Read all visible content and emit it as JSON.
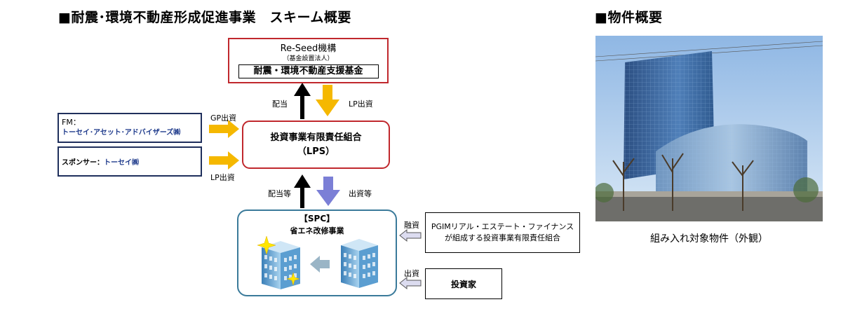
{
  "scheme": {
    "title": "■耐震･環境不動産形成促進事業　スキーム概要",
    "reseed": {
      "name": "Re-Seed機構",
      "sub": "（基金設置法人）",
      "fund": "耐震・環境不動産支援基金"
    },
    "flows": {
      "dividend": "配当",
      "lp_investment": "LP出資",
      "gp_investment": "GP出資",
      "lp_investment_2": "LP出資",
      "dividend_etc": "配当等",
      "investment_etc": "出資等",
      "financing": "融資",
      "investment": "出資"
    },
    "fm": {
      "label": "FM：",
      "company": "トーセイ･アセット･アドバイザーズ㈱"
    },
    "sponsor": {
      "label": "スポンサー：",
      "company": "トーセイ㈱"
    },
    "lps": {
      "line1": "投資事業有限責任組合",
      "line2": "（LPS）"
    },
    "spc": {
      "label": "【SPC】",
      "project": "省エネ改修事業"
    },
    "pgim": {
      "line1": "PGIMリアル・エステート・ファイナンス",
      "line2": "が組成する投資事業有限責任組合"
    },
    "investor": "投資家"
  },
  "property": {
    "title": "■物件概要",
    "caption": "組み入れ対象物件（外観）"
  },
  "colors": {
    "red_border": "#c0282d",
    "navy_border": "#1f2f5c",
    "teal_border": "#3a7a9a",
    "yellow_arrow": "#f5b800",
    "purple_arrow": "#7b7fd6",
    "fm_text": "#1f3b8c"
  }
}
